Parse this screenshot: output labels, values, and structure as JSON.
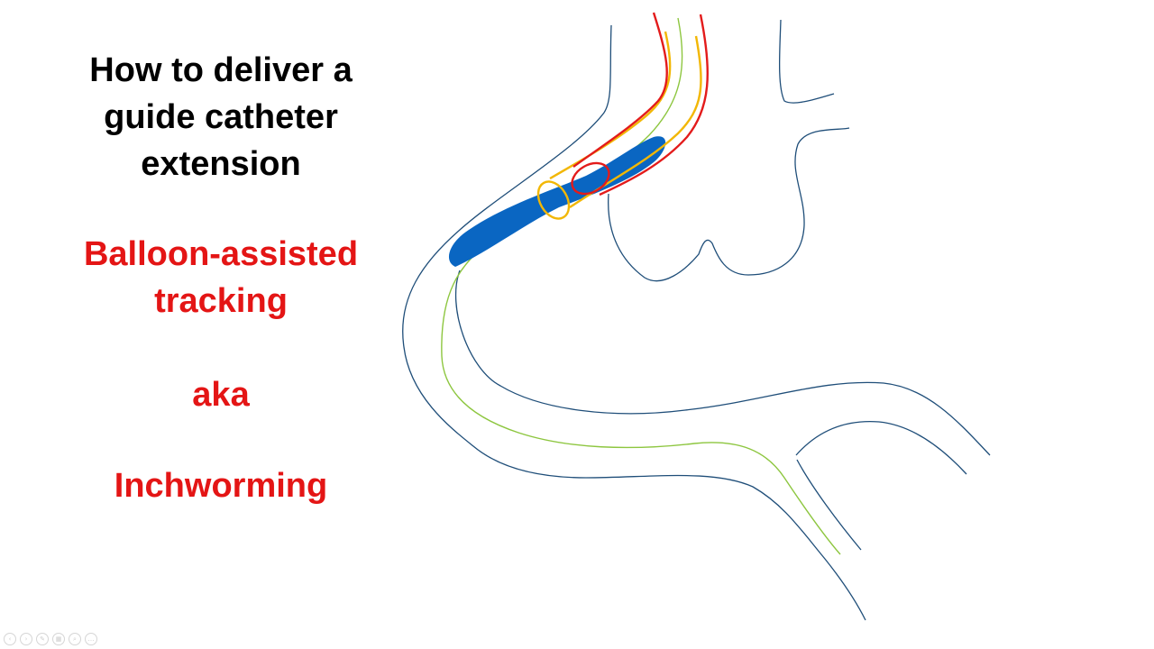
{
  "slide": {
    "title_lines": [
      "How to deliver a",
      "guide catheter",
      "extension"
    ],
    "technique_lines": [
      "Balloon-assisted",
      "tracking"
    ],
    "aka_label": "aka",
    "alt_name": "Inchworming"
  },
  "colors": {
    "title": "#000000",
    "accent_text": "#e41515",
    "vessel_outline": "#1f4e79",
    "guidewire": "#8dc63f",
    "guide_catheter": "#e31b1b",
    "extension_catheter": "#f2b705",
    "balloon": "#0a66c2"
  },
  "toolbar": {
    "icons": [
      "prev-icon",
      "next-icon",
      "pen-icon",
      "slides-icon",
      "zoom-icon",
      "more-icon"
    ],
    "glyphs": [
      "‹",
      "›",
      "✎",
      "▦",
      "⌕",
      "…"
    ]
  }
}
